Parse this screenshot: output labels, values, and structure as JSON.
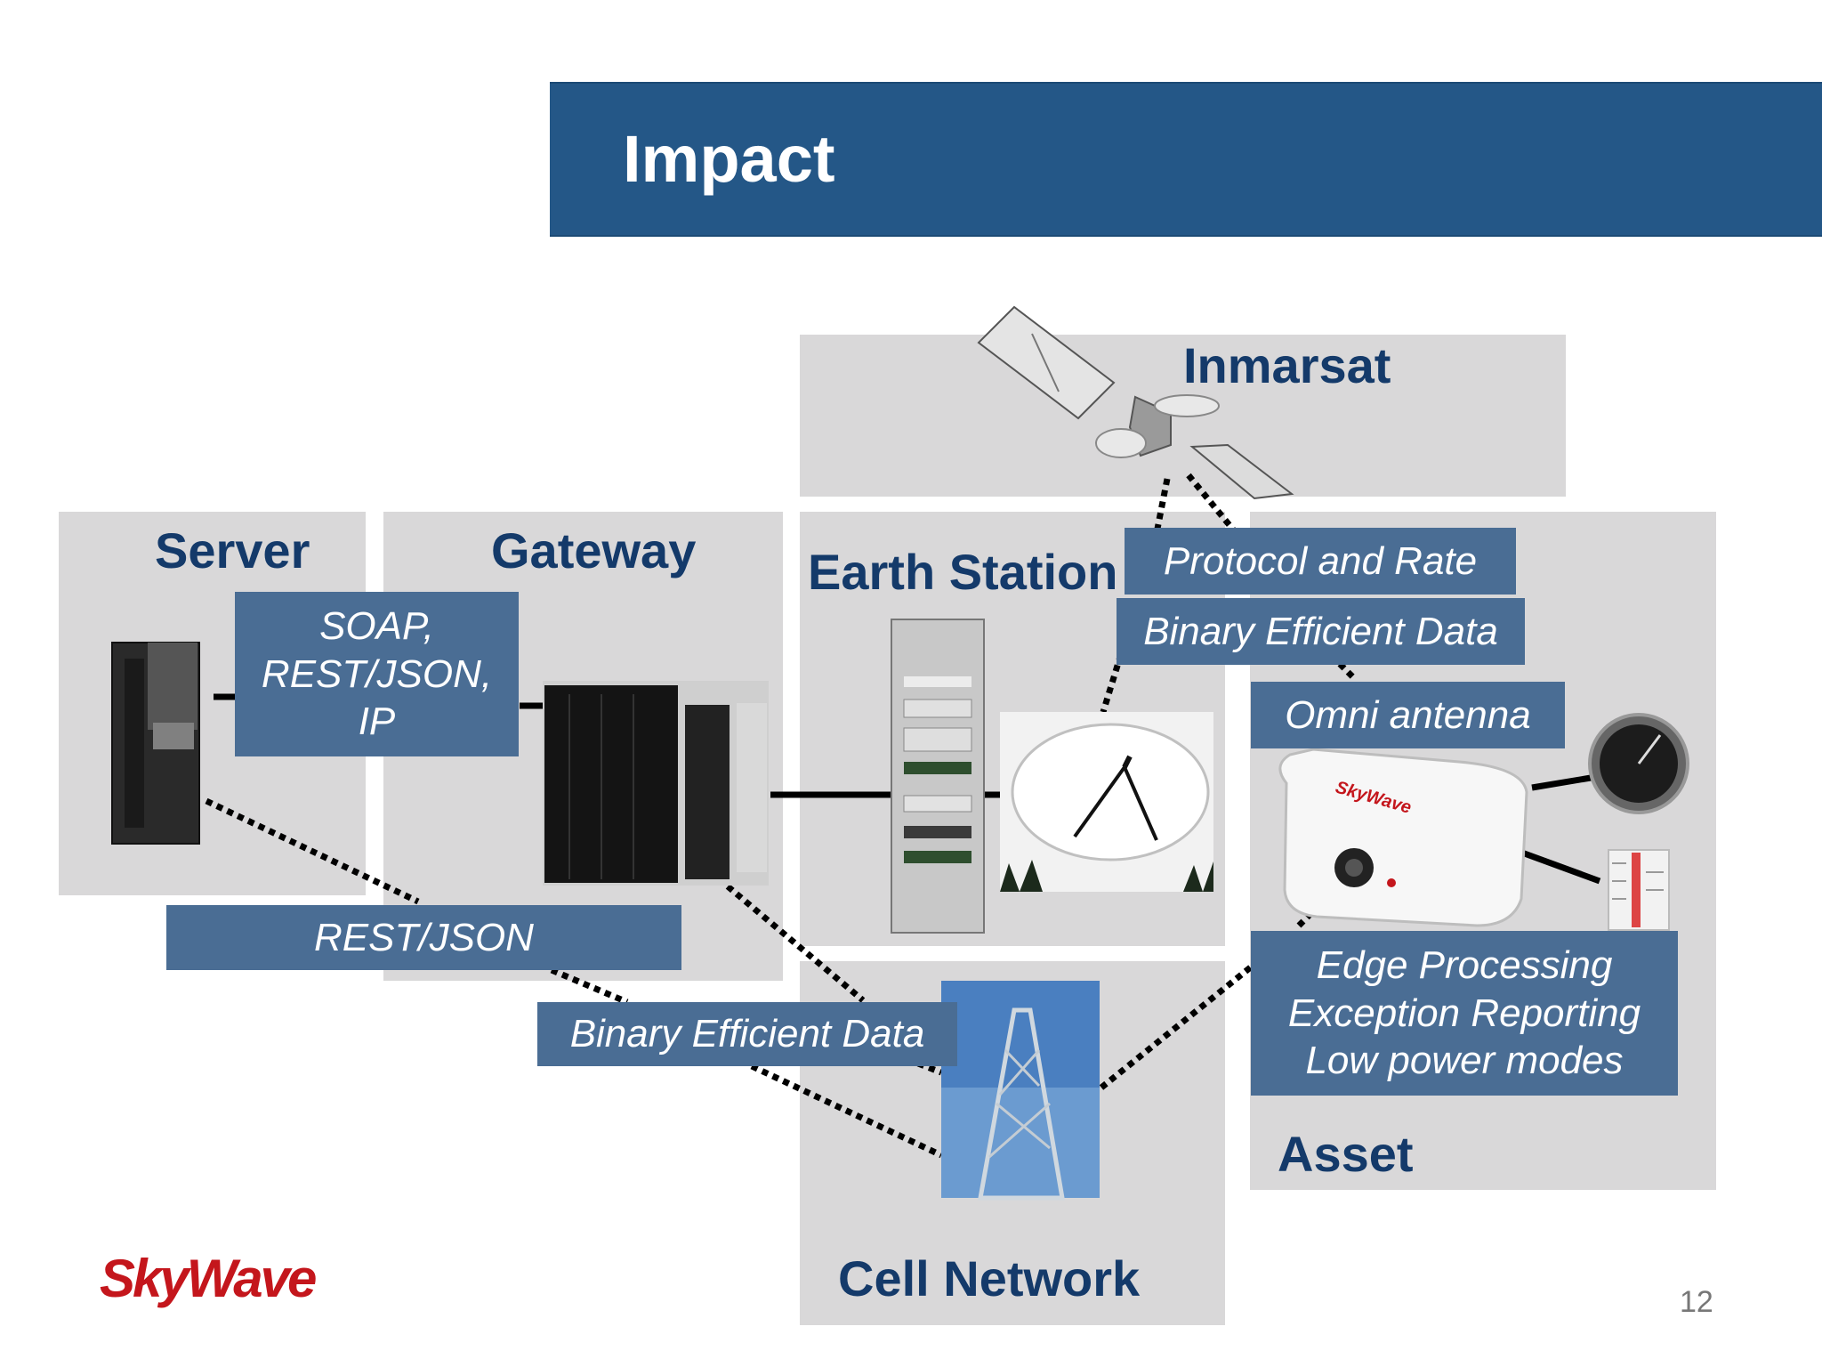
{
  "slide": {
    "title": "Impact",
    "page_number": "12",
    "logo_text": "SkyWave"
  },
  "sections": {
    "inmarsat": "Inmarsat",
    "server": "Server",
    "gateway": "Gateway",
    "earth_station": "Earth Station",
    "asset": "Asset",
    "cell_network": "Cell Network"
  },
  "callouts": {
    "protocol_rate": "Protocol and Rate",
    "binary_upper": "Binary Efficient Data",
    "omni_antenna": "Omni antenna",
    "soap": "SOAP,\nREST/JSON,\nIP",
    "rest_json": "REST/JSON",
    "binary_lower": "Binary Efficient Data",
    "edge": "Edge Processing\nException Reporting\nLow power modes"
  },
  "device_label": "SkyWave",
  "colors": {
    "title_bar": "#245787",
    "label_text": "#143a6a",
    "callout_bg": "#4a6d94",
    "panel_bg": "#d9d8d9",
    "logo_red": "#c4161c"
  }
}
